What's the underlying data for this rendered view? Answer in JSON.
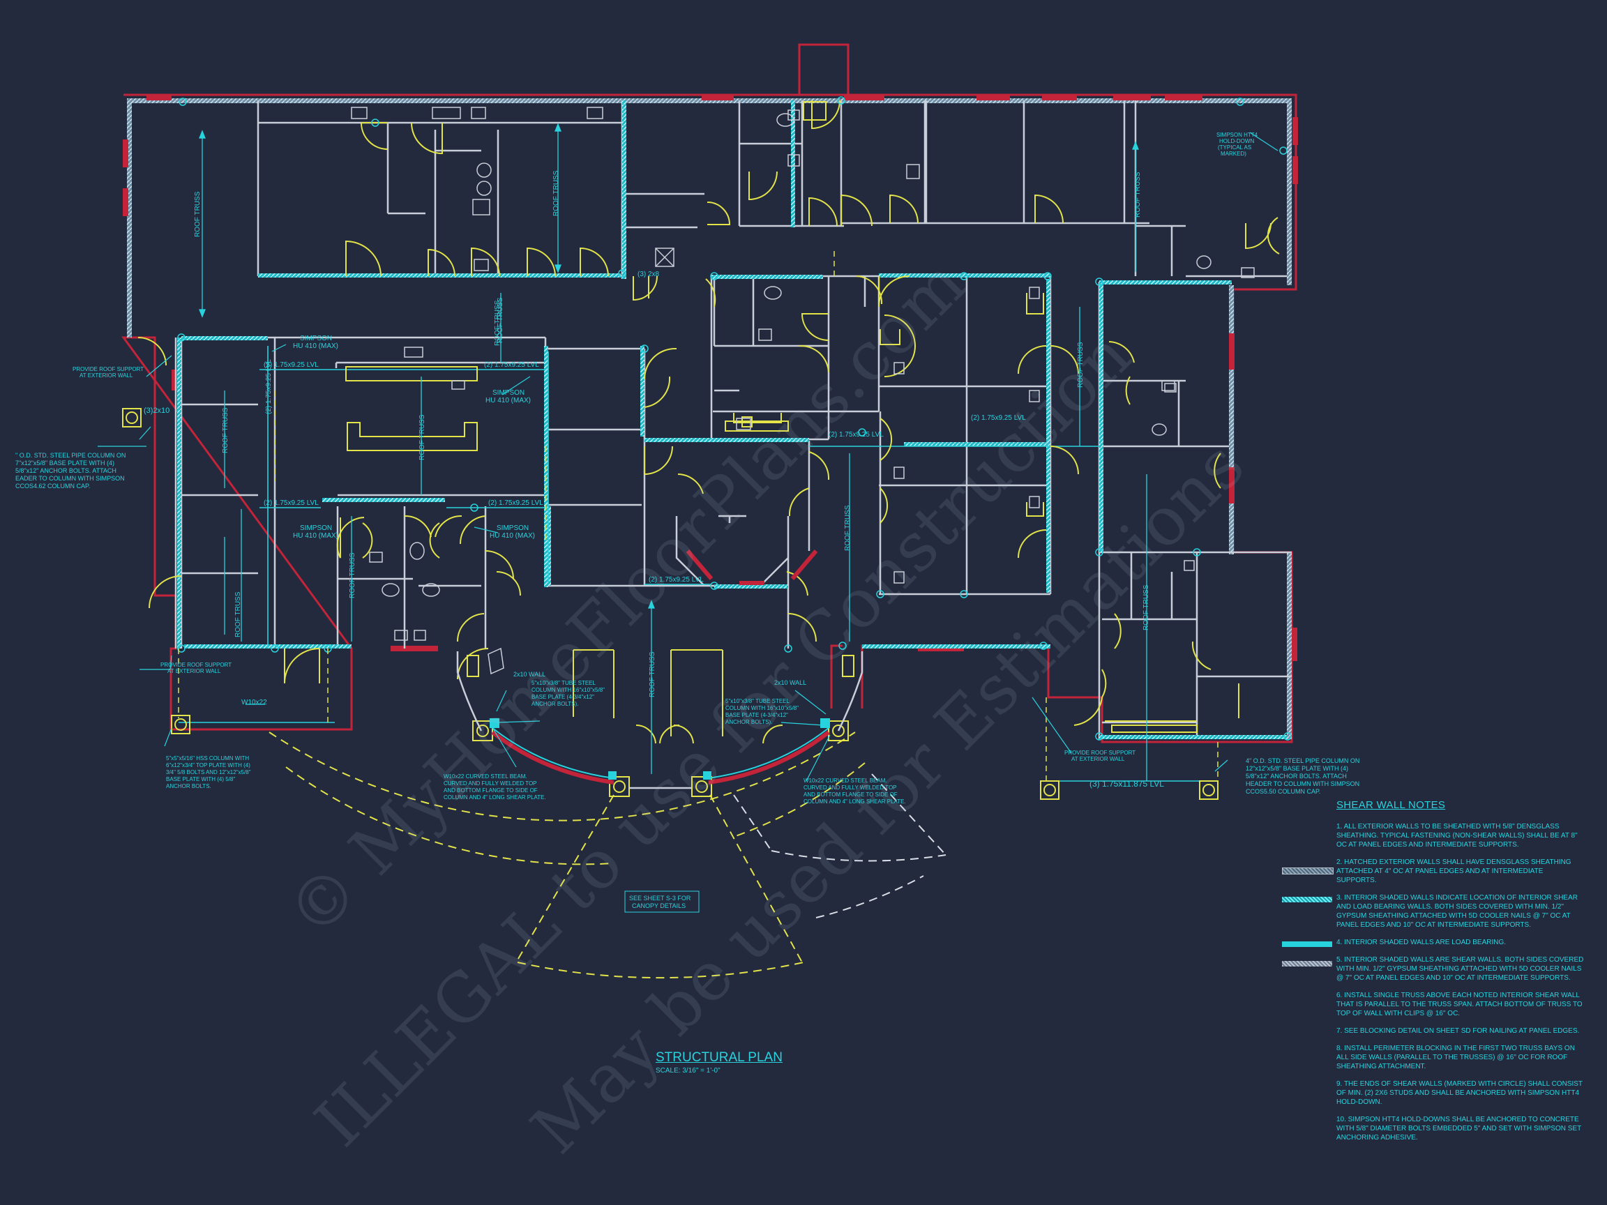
{
  "colors": {
    "background": "#232a3d",
    "wall": "#c9ced8",
    "exterior": "#c4243a",
    "shear": "#29d3de",
    "door": "#e3e34a",
    "annotation": "#29d3de"
  },
  "plan_title": "STRUCTURAL PLAN",
  "plan_scale": "SCALE: 3/16\" = 1'-0\"",
  "canopy_note": [
    "SEE SHEET S-3 FOR",
    "CANOPY DETAILS"
  ],
  "watermarks": {
    "line1": "© MyHomeFloorPlans.com",
    "line2": "ILLEGAL to use for Construction",
    "line3": "May be used for Estimations"
  },
  "shear_wall_notes": {
    "title": "SHEAR WALL NOTES",
    "items": [
      "1. ALL EXTERIOR WALLS TO BE SHEATHED WITH 5/8\" DENSGLASS SHEATHING. TYPICAL FASTENING (NON-SHEAR WALLS) SHALL BE AT 8\" OC AT PANEL EDGES AND INTERMEDIATE SUPPORTS.",
      "2. HATCHED EXTERIOR WALLS SHALL HAVE DENSGLASS SHEATHING ATTACHED AT 4\" OC AT PANEL EDGES AND AT INTERMEDIATE SUPPORTS.",
      "3. INTERIOR SHADED WALLS INDICATE LOCATION OF INTERIOR SHEAR AND LOAD BEARING WALLS. BOTH SIDES COVERED WITH MIN. 1/2\" GYPSUM SHEATHING ATTACHED WITH 5d COOLER NAILS @ 7\" OC AT PANEL EDGES AND 10\" OC AT INTERMEDIATE SUPPORTS.",
      "4. INTERIOR SHADED WALLS ARE LOAD BEARING.",
      "5. INTERIOR SHADED WALLS ARE SHEAR WALLS. BOTH SIDES COVERED WITH MIN. 1/2\" GYPSUM SHEATHING ATTACHED WITH 5d COOLER NAILS @ 7\" OC AT PANEL EDGES AND 10\" OC AT INTERMEDIATE SUPPORTS.",
      "6. INSTALL SINGLE TRUSS ABOVE EACH NOTED INTERIOR SHEAR WALL THAT IS PARALLEL TO THE TRUSS SPAN. ATTACH BOTTOM OF TRUSS TO TOP OF WALL WITH CLIPS @ 16\" OC.",
      "7. SEE BLOCKING DETAIL ON SHEET SD FOR NAILING AT PANEL EDGES.",
      "8. INSTALL PERIMETER BLOCKING IN THE FIRST TWO TRUSS BAYS ON ALL SIDE WALLS (PARALLEL TO THE TRUSSES) @ 16\" OC FOR ROOF SHEATHING ATTACHMENT.",
      "9. THE ENDS OF SHEAR WALLS (MARKED WITH CIRCLE) SHALL CONSIST OF MIN. (2) 2x6 STUDS AND SHALL BE ANCHORED WITH SIMPSON HTT4 HOLD-DOWN.",
      "10. SIMPSON HTT4 HOLD-DOWNS SHALL BE ANCHORED TO CONCRETE WITH 5/8\" DIAMETER BOLTS EMBEDDED 5\" AND SET WITH SIMPSON SET ANCHORING ADHESIVE."
    ]
  },
  "annotations": {
    "roof_truss": "ROOF TRUSS",
    "lvl_a": "(2) 1.75x9.25 LVL",
    "lvl_b": "(2) 1.75x9.25 LVL",
    "lvl_c": "(2) 1.75x9.25 LVL",
    "lvl_d": "(2) 1.75x9.25 LVL",
    "lvl_e": "(2) 1.75x9.25 LVL",
    "lvl_f": "(2) 1.75x9.25 LVL",
    "lvl_g": "(2) 1.75x9.25 LVL",
    "lvl_h": "(2) 1.75x9.25 LVL",
    "lvl_bottom": "(3) 1.75x11.875 LVL",
    "simpson_hu": [
      "SIMPSON",
      "HU 410 (MAX)"
    ],
    "htt4": [
      "SIMPSON HTT4",
      "HOLD-DOWN",
      "(TYPICAL AS",
      "MARKED)"
    ],
    "roof_support": [
      "PROVIDE ROOF SUPPORT",
      "AT EXTERIOR WALL"
    ],
    "header_3_2x8": "(3) 2x8",
    "header_3_2x10": "(3)2x10",
    "header_w10x22": "W10x22",
    "wall_2x10": "2x10 WALL",
    "pipe_col_left": [
      "\" O.D. STD. STEEL PIPE COLUMN ON",
      "7\"x12\"x5/8\" BASE PLATE WITH (4)",
      "5/8\"x12\" ANCHOR BOLTS. ATTACH",
      "EADER TO COLUMN WITH SIMPSON",
      "CCOS4.62 COLUMN CAP."
    ],
    "pipe_col_right": [
      "4\" O.D. STD. STEEL PIPE COLUMN ON",
      "12\"x12\"x5/8\" BASE PLATE WITH (4)",
      "5/8\"x12\" ANCHOR BOLTS. ATTACH",
      "HEADER TO COLUMN WITH SIMPSON",
      "CCOS5.50 COLUMN CAP."
    ],
    "hss_col": [
      "5\"x5\"x5/16\" HSS COLUMN WITH",
      "6\"x12\"x3/4\" TOP PLATE WITH (4)",
      "3/4\" 5/8 BOLTS AND 12\"x12\"x5/8\"",
      "BASE PLATE WITH (4) 5/8\"",
      "ANCHOR BOLTS."
    ],
    "tube_col_left": [
      "5\"x10\"x3/8\" TUBE STEEL",
      "COLUMN WITH 16\"x10\"x5/8\"",
      "BASE PLATE (4-3/4\"x12\"",
      "ANCHOR BOLTS)."
    ],
    "tube_col_right": [
      "5\"x10\"x3/8\" TUBE STEEL",
      "COLUMN WITH 16\"x10\"x5/8\"",
      "BASE PLATE (4-3/4\"x12\"",
      "ANCHOR BOLTS)."
    ],
    "curved_beam_left": [
      "W10x22 CURVED STEEL BEAM.",
      "CURVED AND FULLY WELDED TOP",
      "AND BOTTOM FLANGE TO SIDE OF",
      "COLUMN AND 4\" LONG SHEAR PLATE."
    ],
    "curved_beam_right": [
      "W10x22 CURVED STEEL BEAM.",
      "CURVED AND FULLY WELDED TOP",
      "AND BOTTOM FLANGE TO SIDE OF",
      "COLUMN AND 4\" LONG SHEAR PLATE."
    ]
  }
}
